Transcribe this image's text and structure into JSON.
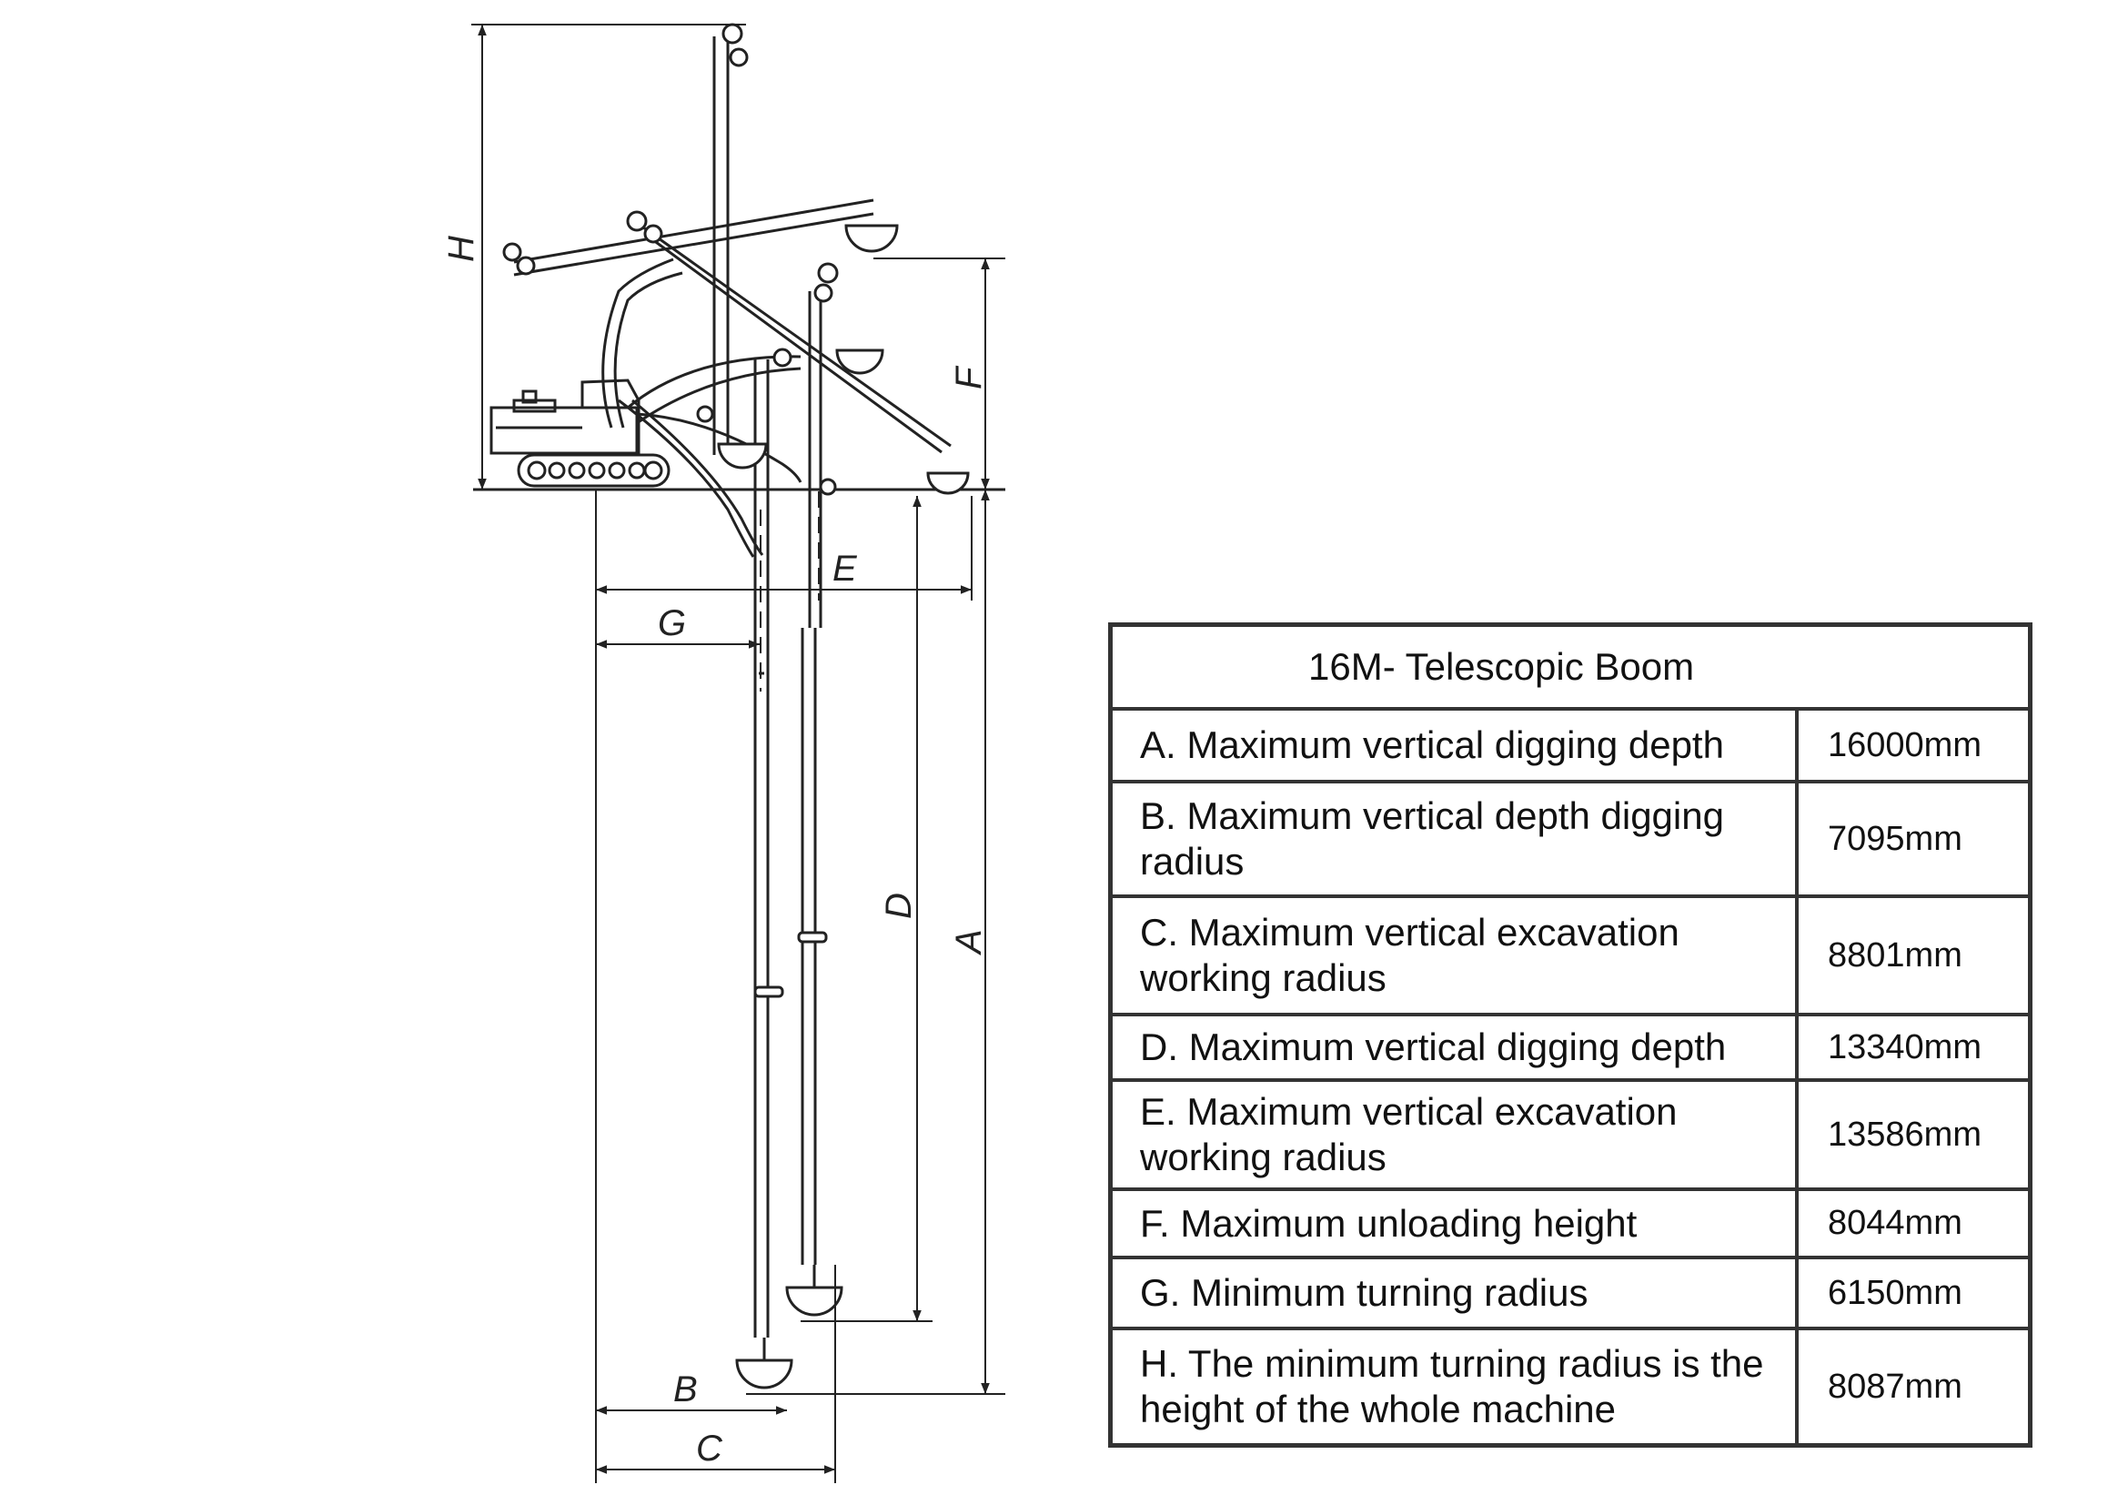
{
  "diagram": {
    "labels": {
      "A": "A",
      "B": "B",
      "C": "C",
      "D": "D",
      "E": "E",
      "F": "F",
      "G": "G",
      "H": "H"
    }
  },
  "table": {
    "title": "16M- Telescopic Boom",
    "rows": [
      {
        "param": "A. Maximum vertical digging depth",
        "value": "16000mm"
      },
      {
        "param": "B. Maximum vertical depth digging radius",
        "value": "7095mm"
      },
      {
        "param": "C. Maximum vertical excavation working radius",
        "value": "8801mm"
      },
      {
        "param": "D. Maximum vertical digging depth",
        "value": "13340mm"
      },
      {
        "param": "E. Maximum vertical excavation working radius",
        "value": "13586mm"
      },
      {
        "param": "F. Maximum unloading height",
        "value": "8044mm"
      },
      {
        "param": "G. Minimum turning radius",
        "value": "6150mm"
      },
      {
        "param": "H. The minimum turning radius is the height of the whole machine",
        "value": "8087mm"
      }
    ]
  }
}
